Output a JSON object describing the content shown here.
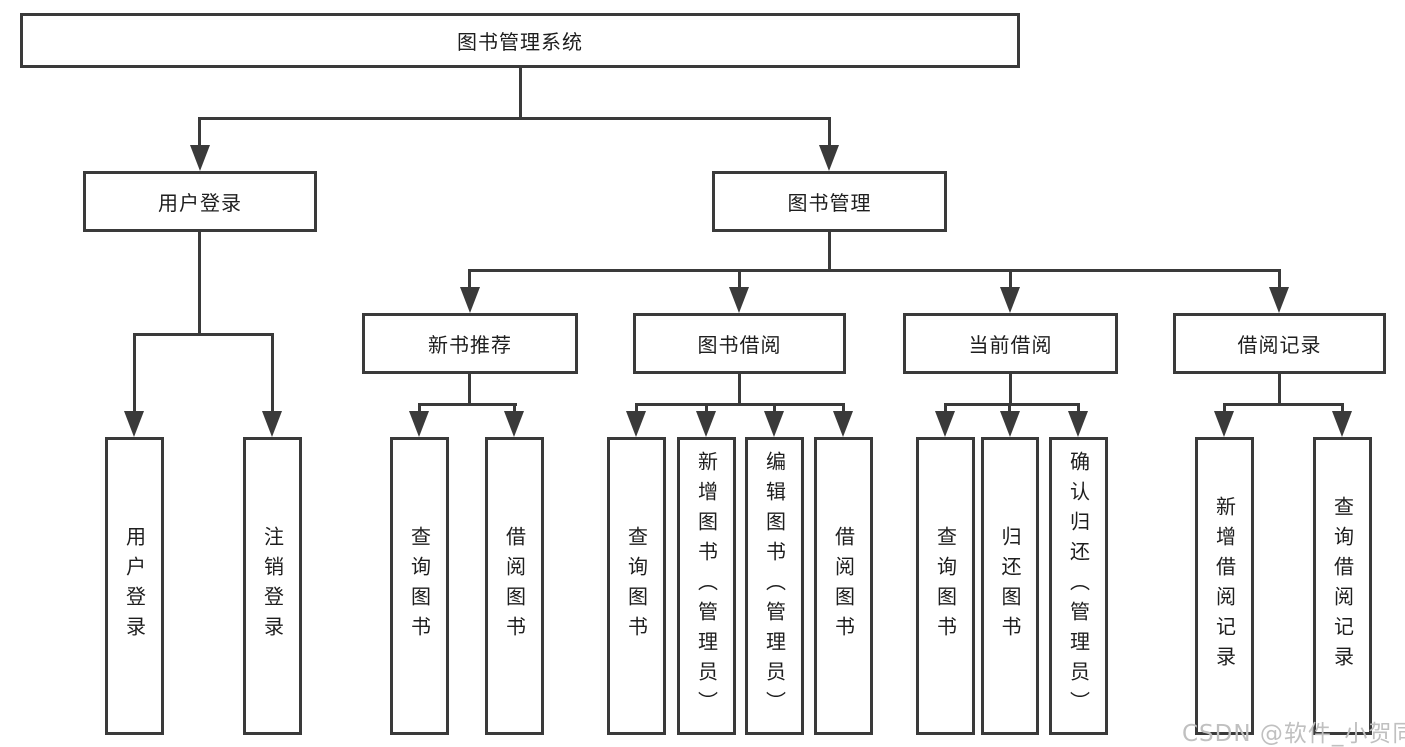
{
  "diagram": {
    "root": {
      "label": "图书管理系统"
    },
    "level2": [
      {
        "label": "用户登录",
        "children": [
          {
            "label": "用户登录"
          },
          {
            "label": "注销登录"
          }
        ]
      },
      {
        "label": "图书管理",
        "children": [
          {
            "label": "新书推荐",
            "children": [
              {
                "label": "查询图书"
              },
              {
                "label": "借阅图书"
              }
            ]
          },
          {
            "label": "图书借阅",
            "children": [
              {
                "label": "查询图书"
              },
              {
                "label": "新增图书（管理员）"
              },
              {
                "label": "编辑图书（管理员）"
              },
              {
                "label": "借阅图书"
              }
            ]
          },
          {
            "label": "当前借阅",
            "children": [
              {
                "label": "查询图书"
              },
              {
                "label": "归还图书"
              },
              {
                "label": "确认归还（管理员）"
              }
            ]
          },
          {
            "label": "借阅记录",
            "children": [
              {
                "label": "新增借阅记录"
              },
              {
                "label": "查询借阅记录"
              }
            ]
          }
        ]
      }
    ]
  },
  "watermark": {
    "text": "CSDN @软件_小贺同学"
  },
  "colors": {
    "line": "#3a3a3a",
    "text": "#1e1e1e",
    "watermark": "#c0c0c0",
    "background": "#ffffff"
  }
}
